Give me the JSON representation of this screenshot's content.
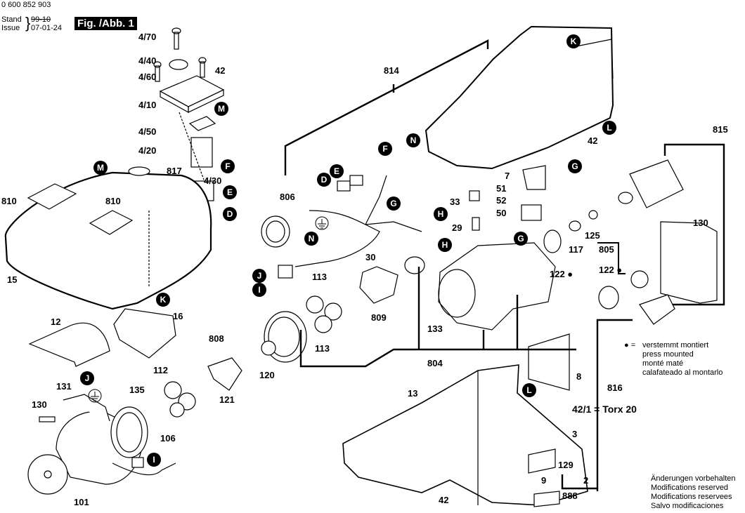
{
  "header": {
    "part_number": "0 600 852 903",
    "stand_label": "Stand",
    "stand_value": "99-10",
    "issue_label": "Issue",
    "issue_value": "07-01-24",
    "figure_label": "Fig. /Abb. 1"
  },
  "part_labels": {
    "p4_70": "4/70",
    "p4_40": "4/40",
    "p4_60": "4/60",
    "p42_top": "42",
    "p4_10": "4/10",
    "p4_50": "4/50",
    "p4_20": "4/20",
    "p817": "817",
    "p4_30": "4/30",
    "p810_left": "810",
    "p810_mid": "810",
    "p15": "15",
    "p12": "12",
    "p16": "16",
    "p808": "808",
    "p112": "112",
    "p135": "135",
    "p121": "121",
    "p131": "131",
    "p130_left": "130",
    "p106": "106",
    "p101": "101",
    "p814": "814",
    "p806": "806",
    "p30": "30",
    "p113_a": "113",
    "p113_b": "113",
    "p809": "809",
    "p120": "120",
    "p133": "133",
    "p804": "804",
    "p42_mid": "42",
    "p7": "7",
    "p51": "51",
    "p52": "52",
    "p50": "50",
    "p33": "33",
    "p29": "29",
    "p125": "125",
    "p117": "117",
    "p122": "122 ●",
    "p815": "815",
    "p130_right": "130",
    "p805": "805",
    "p122_right": "122 ●",
    "p8": "8",
    "p816": "816",
    "p42_1": "42/1 = Torx 20",
    "p13": "13",
    "p3": "3",
    "p129": "129",
    "p2": "2",
    "p9": "9",
    "p42_bottom": "42",
    "p888": "888"
  },
  "callouts": {
    "M1": "M",
    "M2": "M",
    "F1": "F",
    "F2": "F",
    "E1": "E",
    "E2": "E",
    "D1": "D",
    "D2": "D",
    "K1": "K",
    "K2": "K",
    "L1": "L",
    "L2": "L",
    "N1": "N",
    "N2": "N",
    "G1": "G",
    "G2": "G",
    "G3": "G",
    "H1": "H",
    "H2": "H",
    "J1": "J",
    "J2": "J",
    "I1": "I",
    "I2": "I"
  },
  "legend": {
    "symbol": "● =",
    "lines": [
      "verstemmt montiert",
      "press mounted",
      "monté maté",
      "calafateado al montarlo"
    ]
  },
  "footer_note": {
    "lines": [
      "Änderungen vorbehalten",
      "Modifications reserved",
      "Modifications reservees",
      "Salvo modificaciones"
    ]
  },
  "icons": {
    "ground_symbol": "ground-icon"
  }
}
